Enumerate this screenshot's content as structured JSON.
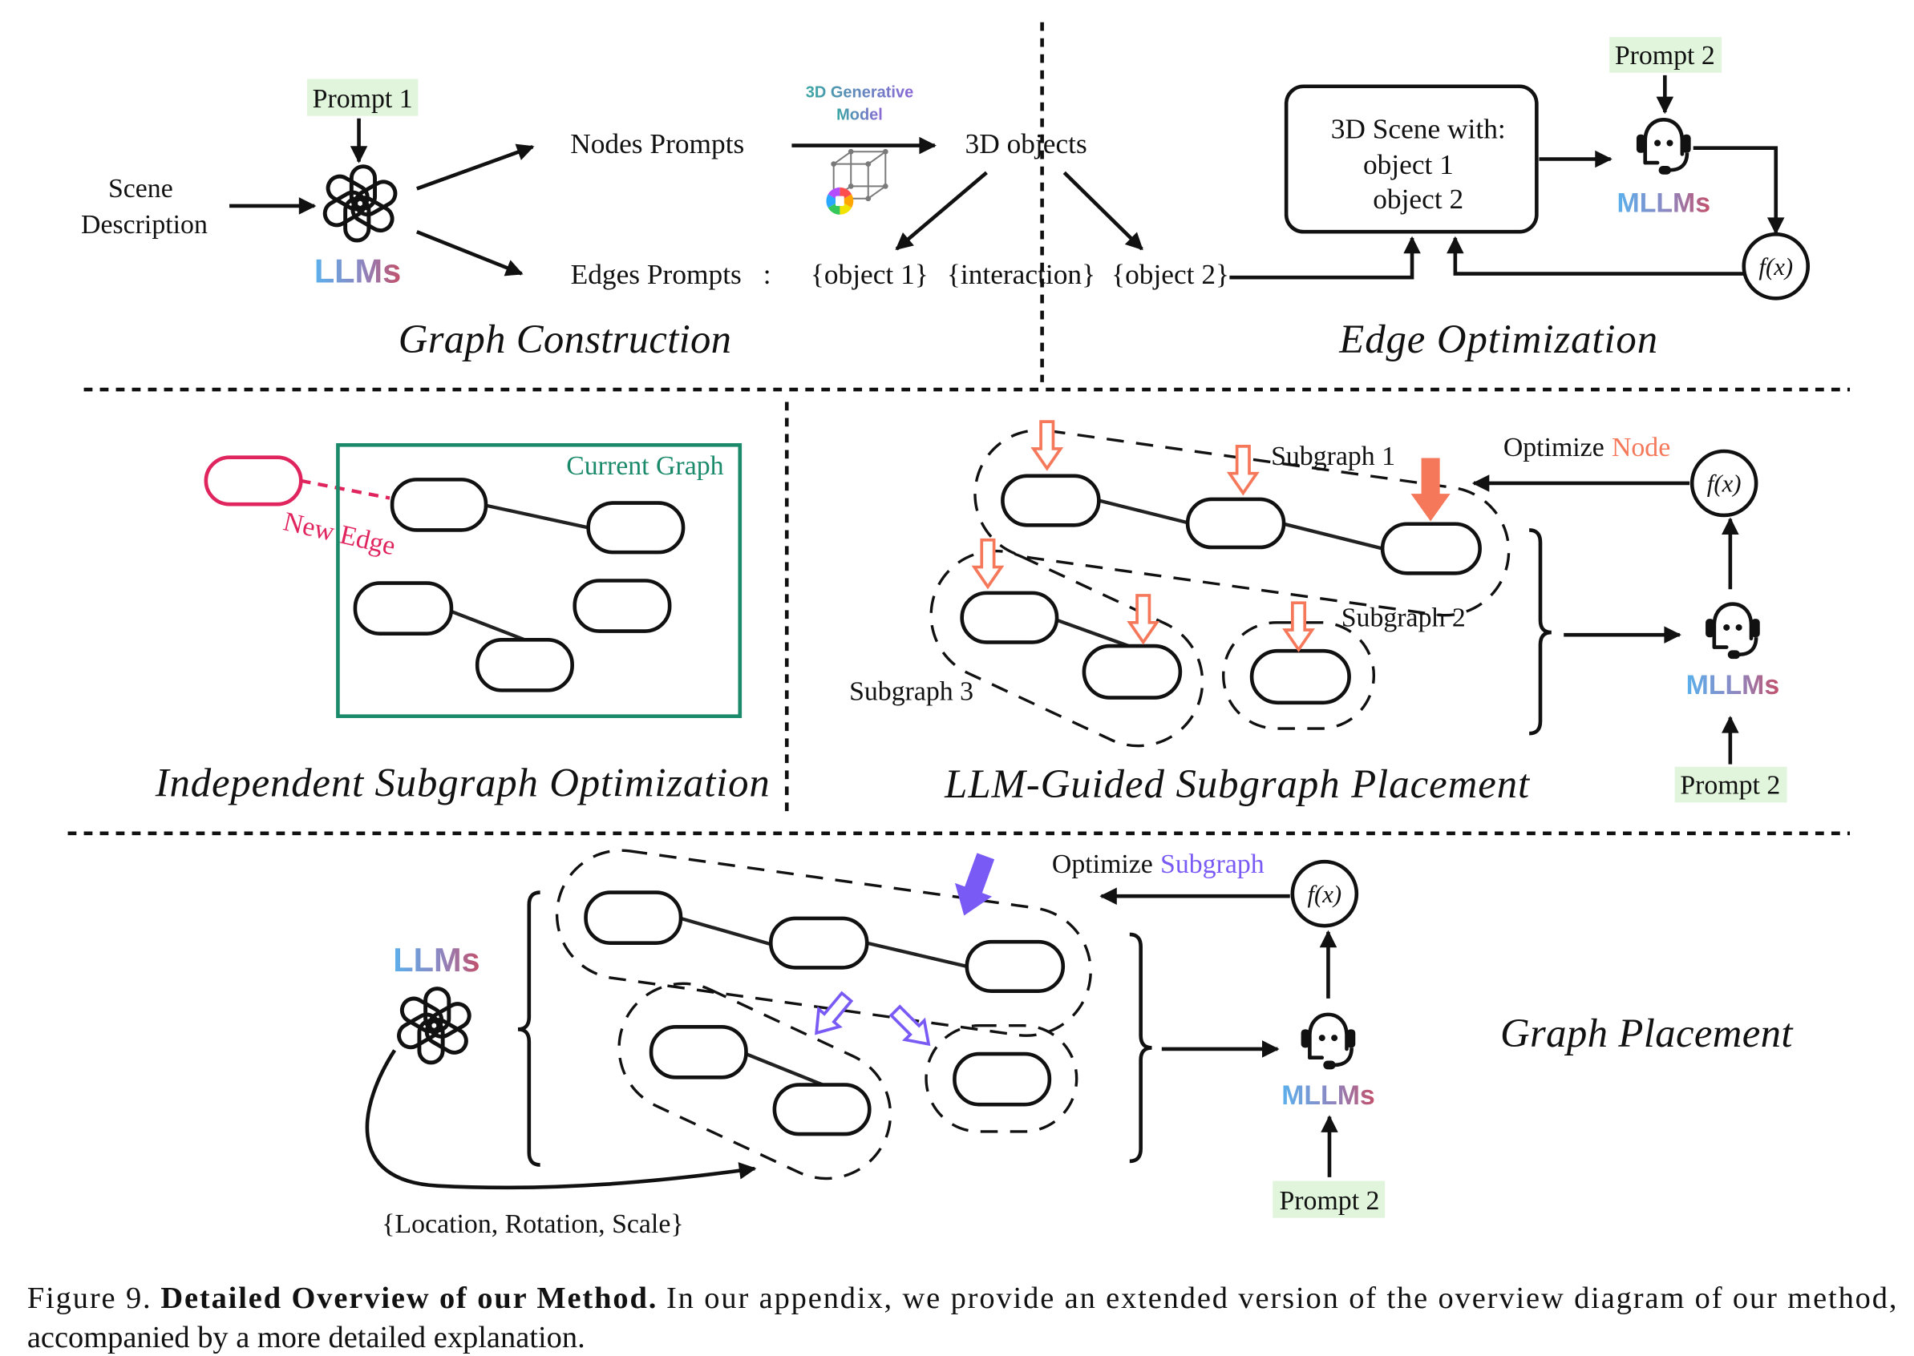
{
  "graph_construction": {
    "title": "Graph Construction",
    "prompt": "Prompt 1",
    "scene_description": [
      "Scene",
      "Description"
    ],
    "llms": "LLMs",
    "nodes_prompts": "Nodes Prompts",
    "edges_prompts": "Edges Prompts",
    "colon": ":",
    "generative_model": [
      "3D Generative",
      "Model"
    ],
    "objects": "3D objects",
    "edge_template": [
      "{object 1}",
      "{interaction}",
      "{object 2}"
    ]
  },
  "edge_optimization": {
    "title": "Edge Optimization",
    "scene_box": [
      "3D Scene with:",
      "object 1",
      "object 2"
    ],
    "prompt": "Prompt 2",
    "mllms": "MLLMs",
    "function": "f(x)"
  },
  "independent_subgraph": {
    "title": "Independent Subgraph Optimization",
    "current_graph": "Current Graph",
    "new_edge": "New Edge"
  },
  "subgraph_placement": {
    "title": "LLM-Guided Subgraph Placement",
    "subgraphs": [
      "Subgraph 1",
      "Subgraph 2",
      "Subgraph 3"
    ],
    "optimize": "Optimize",
    "optimize_target": "Node",
    "mllms": "MLLMs",
    "prompt": "Prompt 2",
    "function": "f(x)"
  },
  "graph_placement": {
    "title": "Graph Placement",
    "llms": "LLMs",
    "transform": "{Location, Rotation, Scale}",
    "optimize": "Optimize",
    "optimize_target": "Subgraph",
    "mllms": "MLLMs",
    "prompt": "Prompt 2",
    "function": "f(x)"
  },
  "caption": {
    "label": "Figure 9.",
    "heading": "Detailed Overview of our Method.",
    "text_line1": "In our appendix, we provide an extended version of the overview diagram of our method,",
    "text_line2": "accompanied by a more detailed explanation."
  },
  "colors": {
    "prompt_highlight": "#e1f5dc",
    "current_graph": "#1a8a6a",
    "new_edge": "#e0245e",
    "node_highlight": "#f5785a",
    "subgraph_highlight": "#7a5af5",
    "llms_gradient": [
      "#5ab0ec",
      "#c2506a"
    ],
    "generative_gradient": [
      "#3aa7a3",
      "#8b68d6"
    ]
  },
  "icons": [
    "openai-logo-icon",
    "headset-mllm-icon",
    "cube-wireframe-icon",
    "color-wheel-icon",
    "block-arrow-icon"
  ]
}
